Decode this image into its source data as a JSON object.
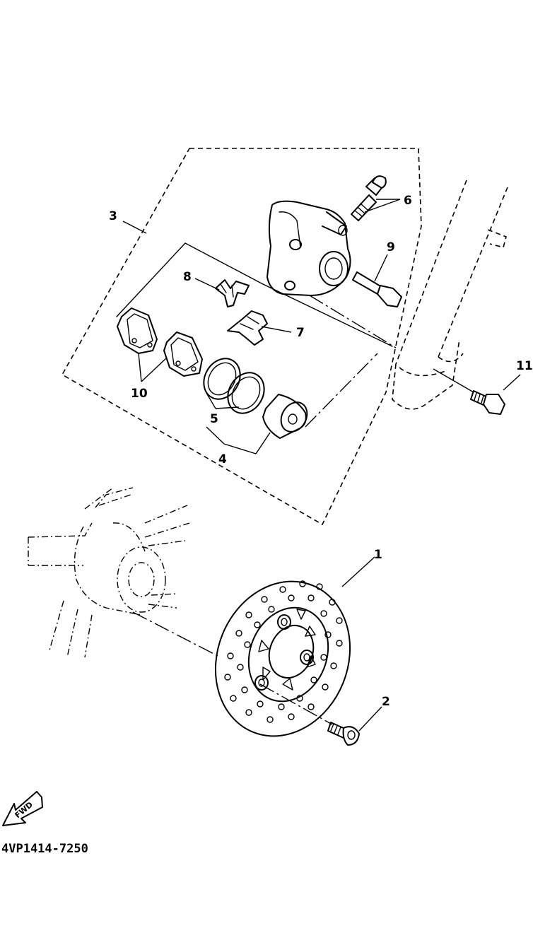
{
  "diagram": {
    "part_code": "4VP1414-7250",
    "direction_label": "FWD",
    "callouts": {
      "disc": "1",
      "disc_bolt": "2",
      "caliper_assembly": "3",
      "piston": "4",
      "seals": "5",
      "bleed_screw": "6",
      "pad_spring": "7",
      "pad_clip": "8",
      "caliper_bolt": "9",
      "pads": "10",
      "mount_bolt": "11"
    }
  }
}
